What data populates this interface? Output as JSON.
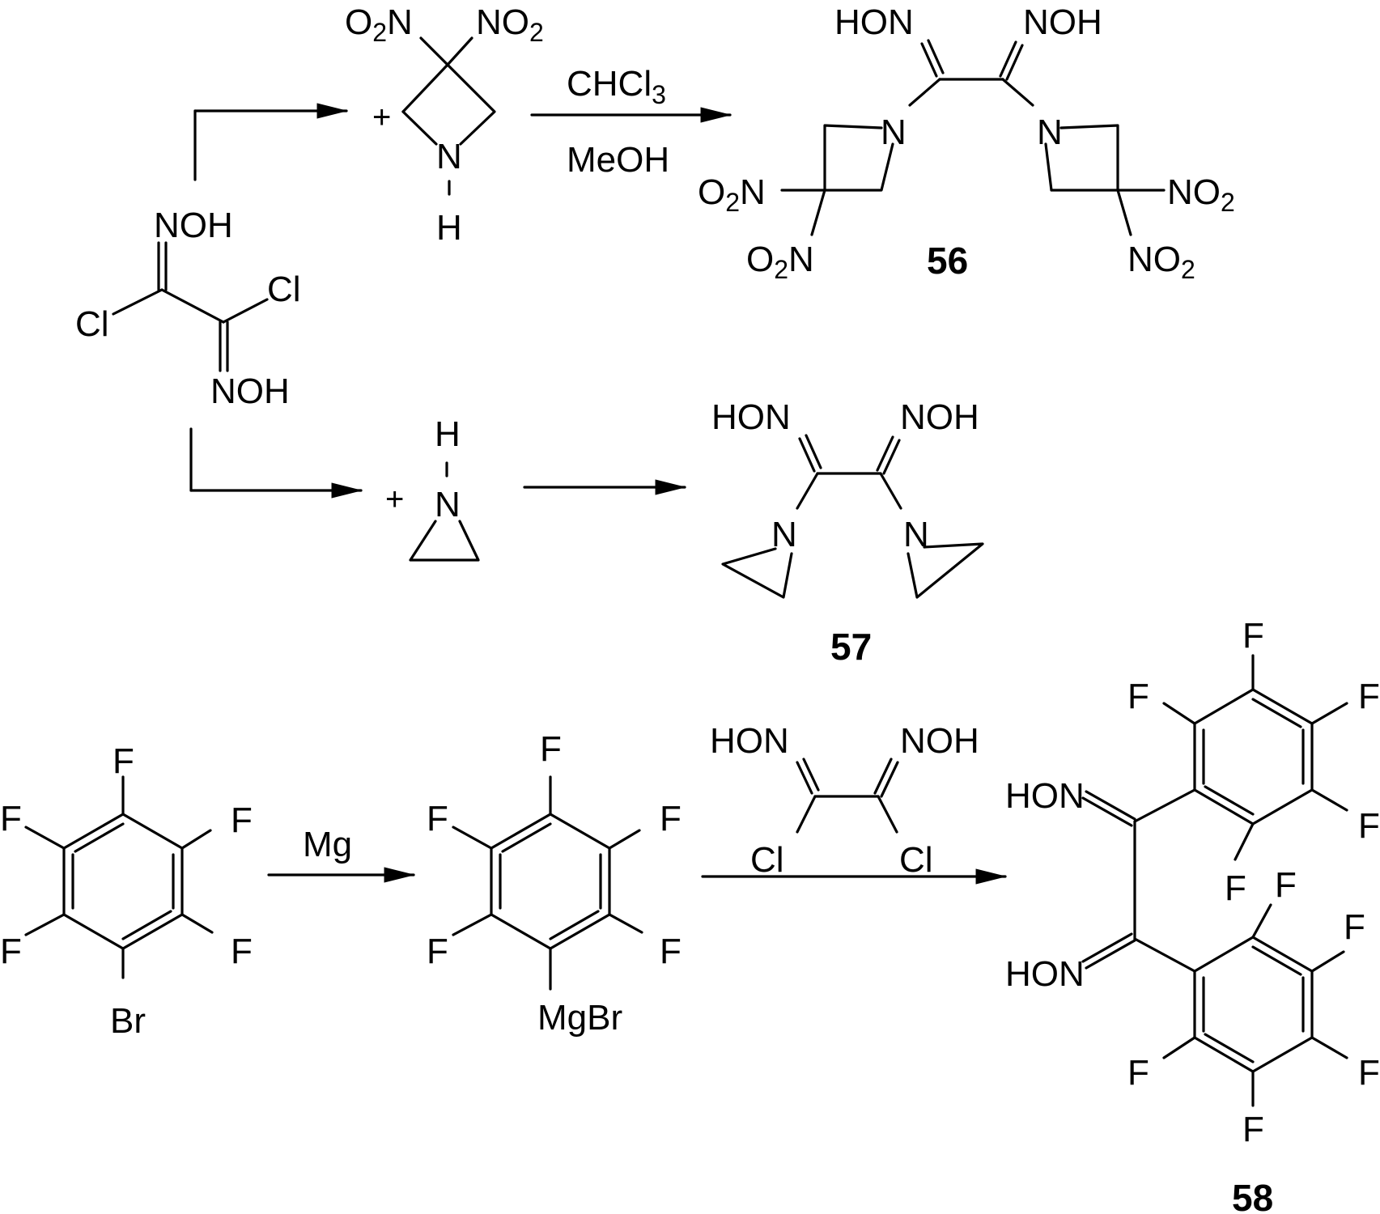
{
  "atoms": {
    "noh": "NOH",
    "hon": "HON",
    "cl": "Cl",
    "f": "F",
    "n": "N",
    "h": "H",
    "br": "Br",
    "mgbr": "MgBr",
    "no": "NO",
    "o": "O",
    "two": "2"
  },
  "conditions": {
    "chcl": "CHCl",
    "three": "3",
    "meoh": "MeOH",
    "mg": "Mg"
  },
  "plus_sign": "+",
  "compounds": {
    "c56": "56",
    "c57": "57",
    "c58": "58"
  }
}
